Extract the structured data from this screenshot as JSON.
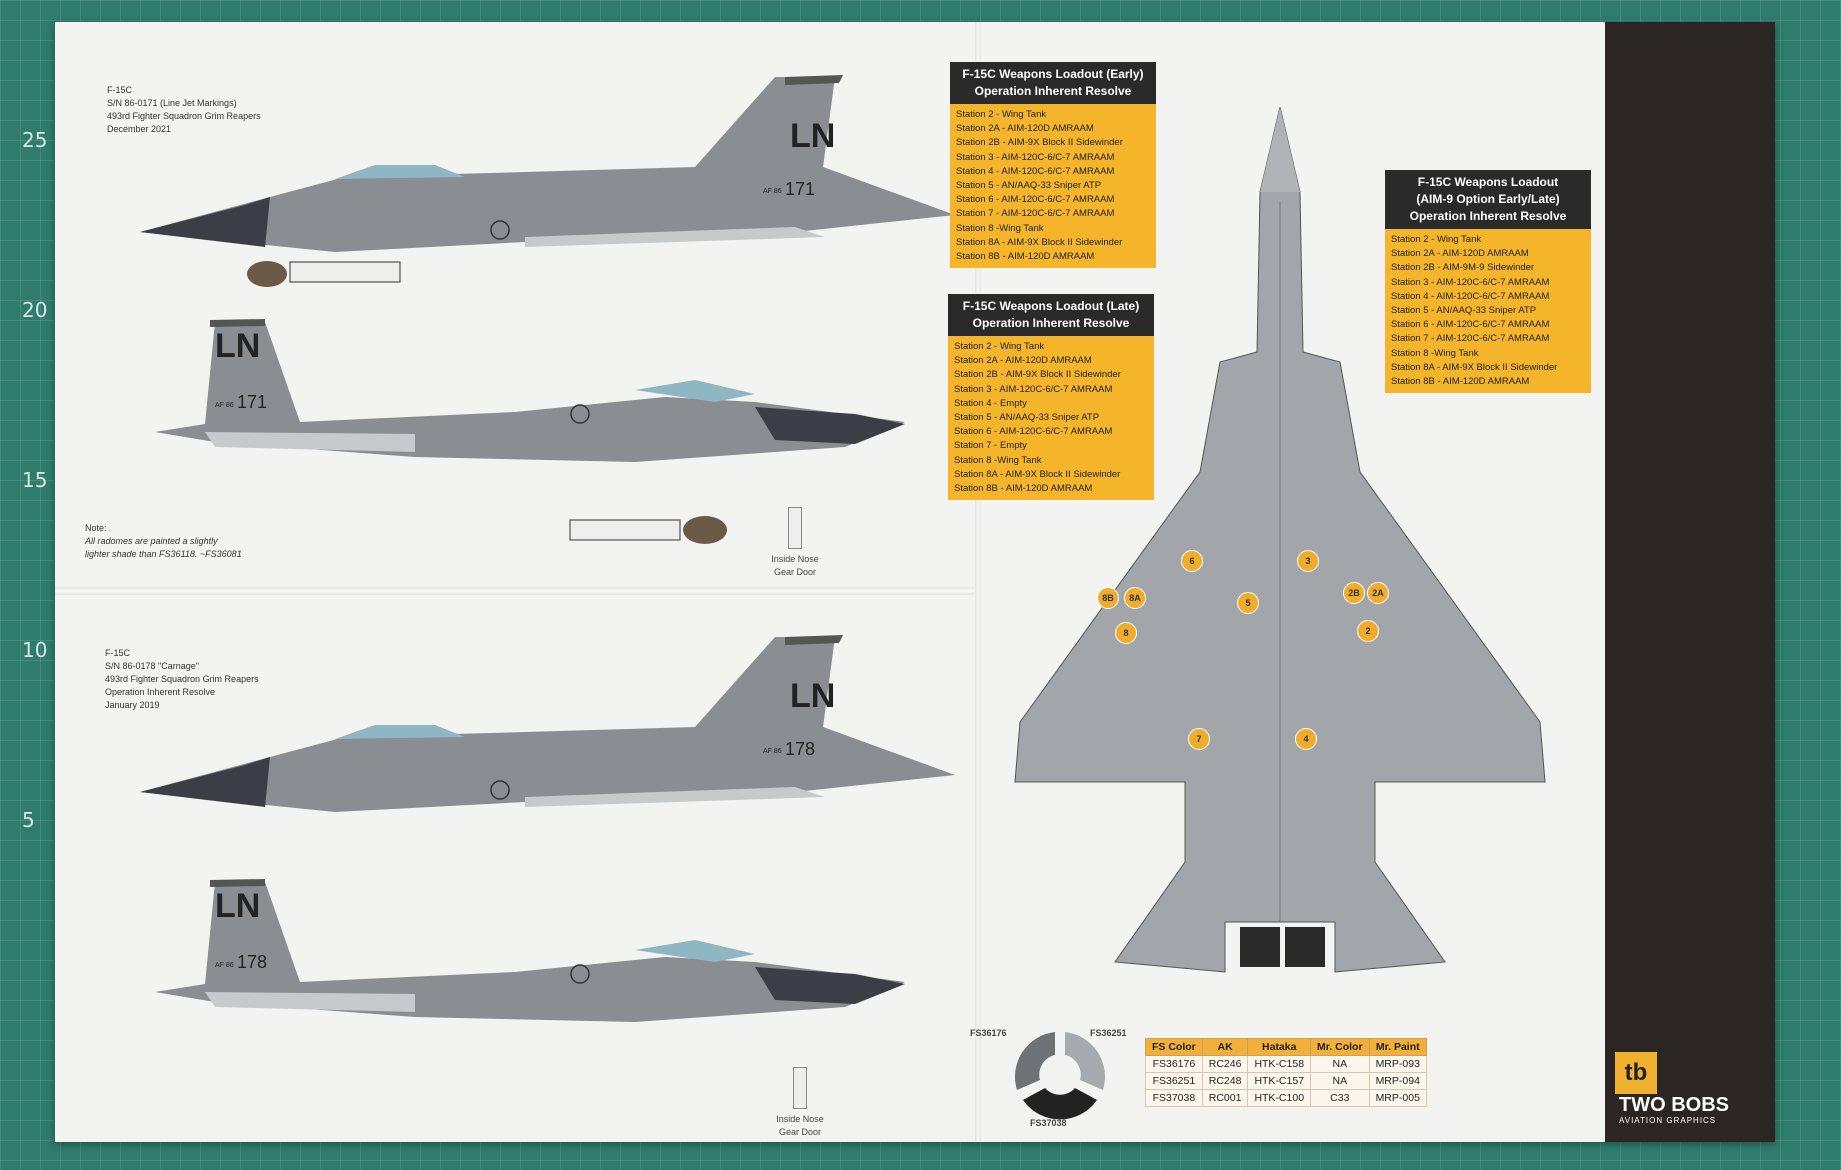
{
  "ruler": {
    "marks": [
      "25",
      "20",
      "15",
      "10",
      "5"
    ]
  },
  "left_top": {
    "caption": [
      "F-15C",
      "S/N 86-0171 (Line Jet Markings)",
      "493rd Fighter Squadron Grim Reapers",
      "December 2021"
    ],
    "tail_code": "LN",
    "tail_number": "171",
    "tail_small": "AF 86"
  },
  "left_top2": {
    "tail_code": "LN",
    "tail_number": "171",
    "tail_small": "AF 86"
  },
  "note": [
    "Note:",
    "All radomes are painted a slightly",
    "lighter shade than FS36118.  ~FS36081"
  ],
  "gear_door": "Inside Nose",
  "gear_door2": "Gear Door",
  "left_bottom": {
    "caption": [
      "F-15C",
      "S/N 86-0178 \"Carnage\"",
      "493rd Fighter Squadron Grim Reapers",
      "Operation Inherent Resolve",
      "January 2019"
    ],
    "tail_code": "LN",
    "tail_number": "178",
    "tail_small": "AF 86"
  },
  "left_bottom2": {
    "tail_code": "LN",
    "tail_number": "178",
    "tail_small": "AF 86"
  },
  "loadout_early": {
    "title1": "F-15C Weapons Loadout (Early)",
    "title2": "Operation Inherent Resolve",
    "items": [
      "Station 2 - Wing Tank",
      "Station 2A - AIM-120D AMRAAM",
      "Station 2B - AIM-9X Block II Sidewinder",
      "Station 3 - AIM-120C-6/C-7 AMRAAM",
      "Station 4 - AIM-120C-6/C-7 AMRAAM",
      "Station 5 - AN/AAQ-33 Sniper ATP",
      "Station 6 - AIM-120C-6/C-7 AMRAAM",
      "Station 7 - AIM-120C-6/C-7 AMRAAM",
      "Station 8 -Wing Tank",
      "Station 8A - AIM-9X Block II Sidewinder",
      "Station 8B - AIM-120D AMRAAM"
    ]
  },
  "loadout_late": {
    "title1": "F-15C Weapons Loadout (Late)",
    "title2": "Operation Inherent Resolve",
    "items": [
      "Station 2 - Wing Tank",
      "Station 2A - AIM-120D AMRAAM",
      "Station 2B - AIM-9X Block II Sidewinder",
      "Station 3 - AIM-120C-6/C-7 AMRAAM",
      "Station 4 - Empty",
      "Station 5 - AN/AAQ-33 Sniper ATP",
      "Station 6 - AIM-120C-6/C-7 AMRAAM",
      "Station 7 - Empty",
      "Station 8 -Wing Tank",
      "Station 8A - AIM-9X Block II Sidewinder",
      "Station 8B - AIM-120D AMRAAM"
    ]
  },
  "loadout_aim9": {
    "title1": "F-15C Weapons Loadout",
    "title2": "(AIM-9 Option Early/Late)",
    "title3": "Operation Inherent Resolve",
    "items": [
      "Station 2 - Wing Tank",
      "Station 2A - AIM-120D AMRAAM",
      "Station 2B - AIM-9M-9 Sidewinder",
      "Station 3 - AIM-120C-6/C-7 AMRAAM",
      "Station 4 - AIM-120C-6/C-7 AMRAAM",
      "Station 5 - AN/AAQ-33 Sniper ATP",
      "Station 6 - AIM-120C-6/C-7 AMRAAM",
      "Station 7 - AIM-120C-6/C-7 AMRAAM",
      "Station 8 -Wing Tank",
      "Station 8A - AIM-9X Block II Sidewinder",
      "Station 8B - AIM-120D AMRAAM"
    ]
  },
  "stations": [
    "8B",
    "8A",
    "8",
    "6",
    "5",
    "3",
    "2B",
    "2A",
    "2",
    "7",
    "4"
  ],
  "swatch_labels": {
    "a": "FS36176",
    "b": "FS36251",
    "c": "FS37038"
  },
  "colors_table": {
    "headers": [
      "FS Color",
      "AK",
      "Hataka",
      "Mr. Color",
      "Mr. Paint"
    ],
    "rows": [
      [
        "FS36176",
        "RC246",
        "HTK-C158",
        "NA",
        "MRP-093"
      ],
      [
        "FS36251",
        "RC248",
        "HTK-C157",
        "NA",
        "MRP-094"
      ],
      [
        "FS37038",
        "RC001",
        "HTK-C100",
        "C33",
        "MRP-005"
      ]
    ]
  },
  "logo": {
    "mark": "tb",
    "name": "TWO BOBS",
    "sub": "AVIATION GRAPHICS"
  },
  "palette": {
    "dark_gray": "#6e7176",
    "light_gray": "#a6a9ad",
    "radome": "#3c3d45",
    "mat": "#2f7c6c",
    "accent": "#f5b52a"
  }
}
